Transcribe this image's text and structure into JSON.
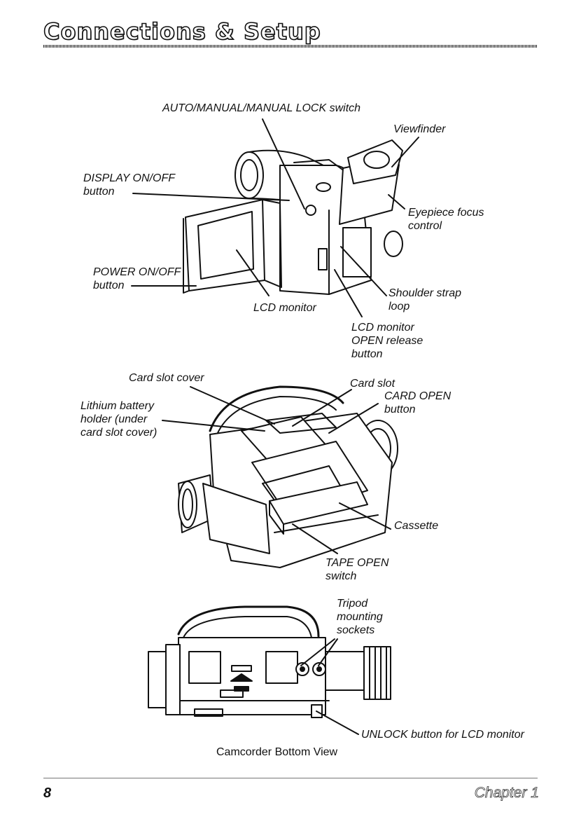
{
  "header": {
    "title": "Connections & Setup"
  },
  "figure_top": {
    "labels": {
      "mode_switch": "AUTO/MANUAL/MANUAL LOCK switch",
      "viewfinder": "Viewfinder",
      "display_button": "DISPLAY ON/OFF\nbutton",
      "eyepiece": "Eyepiece focus\ncontrol",
      "power_button": "POWER ON/OFF\nbutton",
      "shoulder_strap": "Shoulder strap\nloop",
      "lcd_monitor": "LCD monitor",
      "lcd_release": "LCD monitor\nOPEN release\nbutton"
    }
  },
  "figure_middle": {
    "labels": {
      "card_slot_cover": "Card slot cover",
      "card_slot": "Card slot",
      "card_open": "CARD OPEN\nbutton",
      "lithium": "Lithium battery\nholder (under\ncard slot cover)",
      "cassette": "Cassette",
      "tape_open": "TAPE OPEN\nswitch"
    }
  },
  "figure_bottom": {
    "labels": {
      "tripod": "Tripod\nmounting\nsockets",
      "unlock": "UNLOCK button for LCD monitor"
    },
    "caption": "Camcorder Bottom View"
  },
  "footer": {
    "page_number": "8",
    "chapter": "Chapter 1"
  }
}
